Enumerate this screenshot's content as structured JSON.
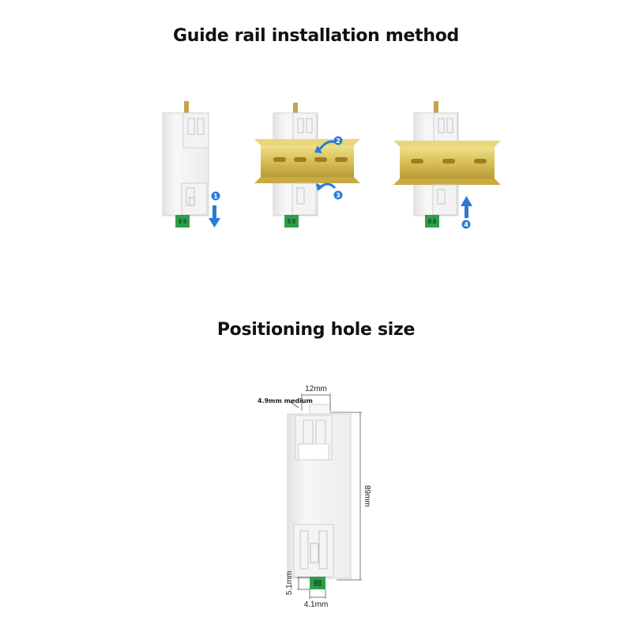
{
  "titles": {
    "install": "Guide rail installation method",
    "holes": "Positioning hole size"
  },
  "steps": {
    "one": "1",
    "two": "2",
    "three": "3",
    "four": "4"
  },
  "dimensions": {
    "top_width": "12mm",
    "hole_note": "4.9mm medium",
    "height": "89mm",
    "side_gap": "5.1mm",
    "bottom_width": "4.1mm"
  },
  "colors": {
    "accent": "#2b7bd6",
    "rail": "#d9c25a",
    "terminal": "#2e9e4a",
    "brass": "#c8a24a"
  }
}
